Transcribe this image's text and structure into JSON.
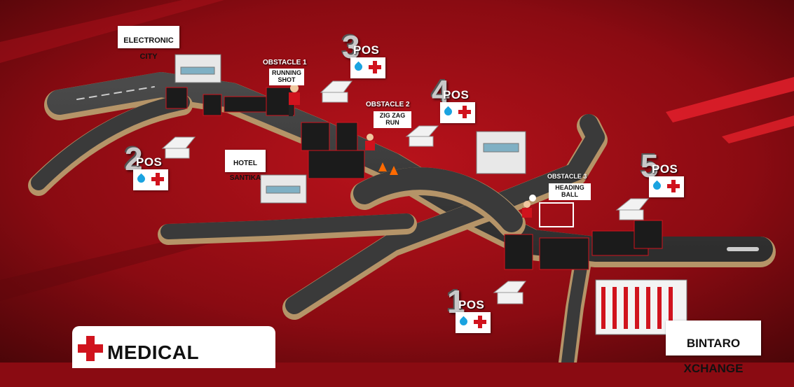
{
  "map": {
    "background_color": "#8a0b12",
    "accent_red": "#d0131d",
    "road_color": "#3a3a3a",
    "road_edge_color": "#b59468"
  },
  "landmarks": {
    "electronic_city": [
      "ELECTRONIC",
      "CITY"
    ],
    "hotel_santika": [
      "HOTEL",
      "SANTIKA"
    ],
    "bintaro_xchange": [
      "BINTARO",
      "XCHANGE"
    ]
  },
  "obstacles": [
    {
      "title": "OBSTACLE 1",
      "name": [
        "RUNNING",
        "SHOT"
      ]
    },
    {
      "title": "OBSTACLE 2",
      "name": [
        "ZIG ZAG",
        "RUN"
      ]
    },
    {
      "title": "OBSTACLE 3",
      "name": [
        "HEADING",
        "BALL"
      ]
    }
  ],
  "posts": [
    {
      "number": "1",
      "label": "POS",
      "icons": [
        "water-drop-icon",
        "medical-cross-icon"
      ]
    },
    {
      "number": "2",
      "label": "POS",
      "icons": [
        "water-drop-icon",
        "medical-cross-icon"
      ]
    },
    {
      "number": "3",
      "label": "POS",
      "icons": [
        "water-drop-icon",
        "medical-cross-icon"
      ]
    },
    {
      "number": "4",
      "label": "POS",
      "icons": [
        "water-drop-icon",
        "medical-cross-icon"
      ]
    },
    {
      "number": "5",
      "label": "POS",
      "icons": [
        "water-drop-icon",
        "medical-cross-icon"
      ]
    }
  ],
  "legend": {
    "medical_label": "MEDICAL"
  }
}
